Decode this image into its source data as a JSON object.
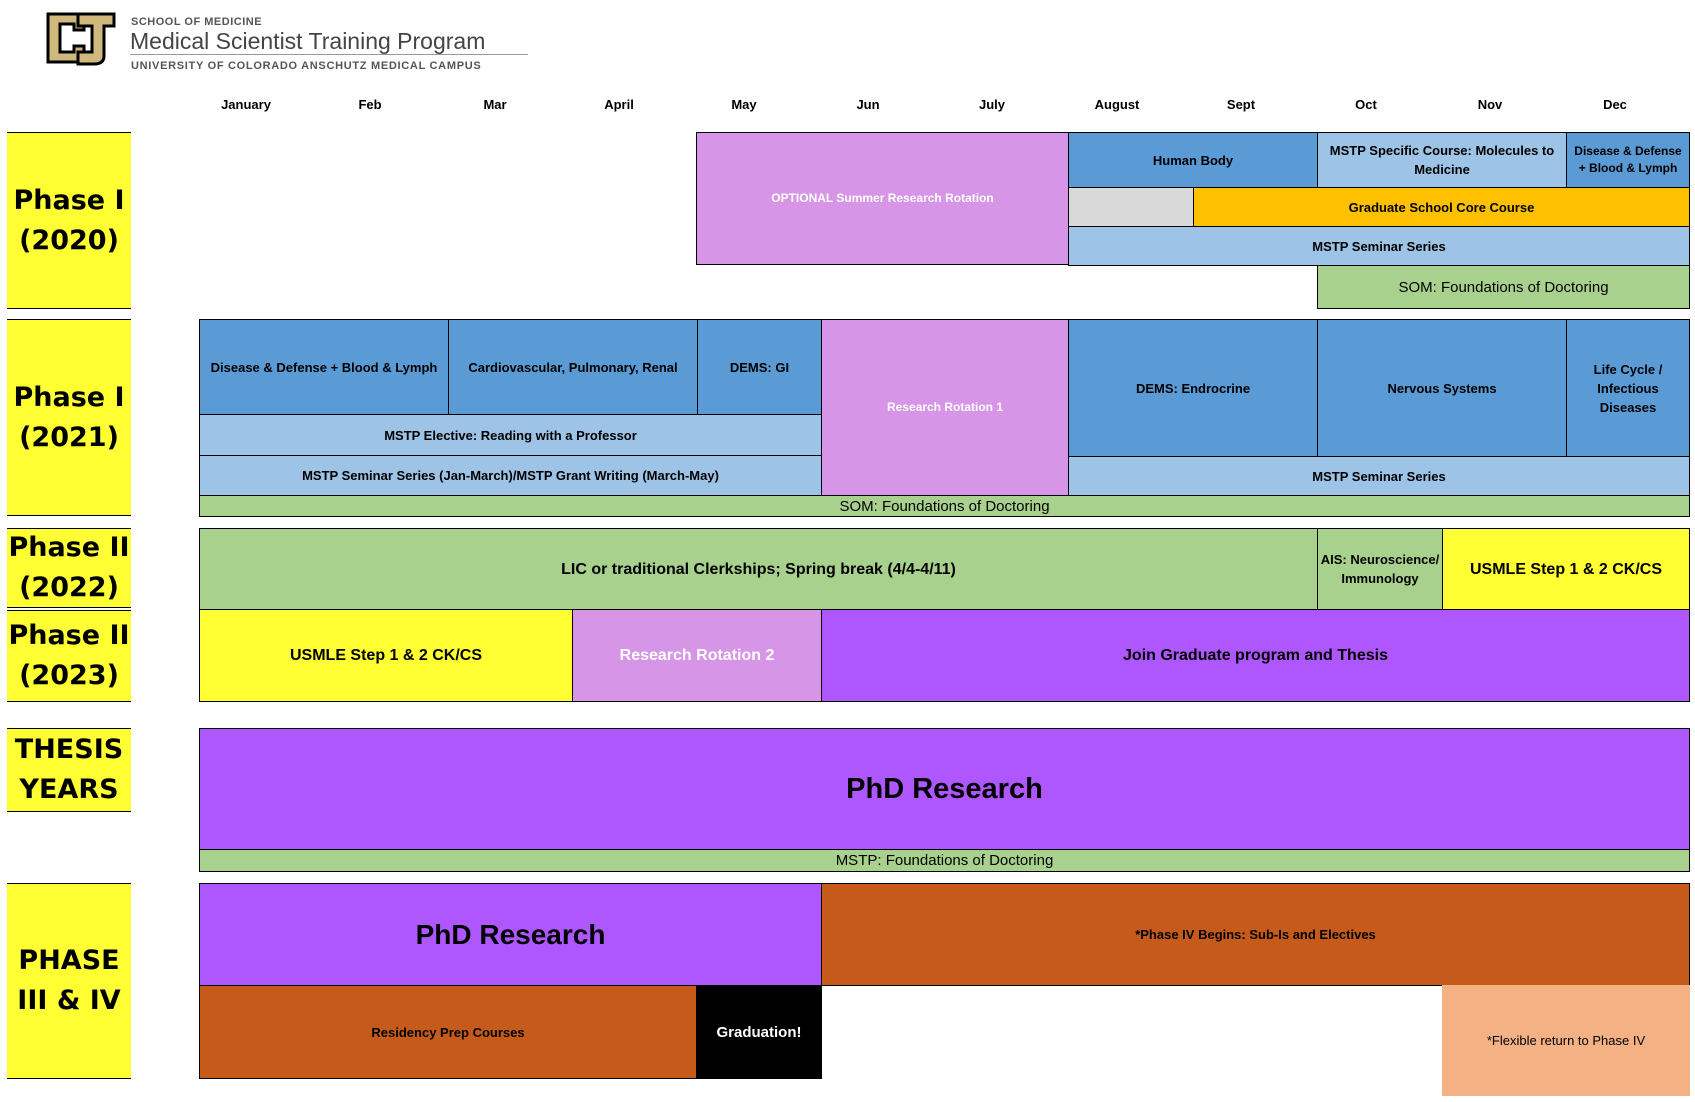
{
  "header": {
    "school": "SCHOOL OF MEDICINE",
    "program": "Medical Scientist Training Program",
    "campus_prefix": "UNIVERSITY OF COLORADO ",
    "campus_bold": "ANSCHUTZ MEDICAL CAMPUS"
  },
  "months": [
    "January",
    "Feb",
    "Mar",
    "April",
    "May",
    "Jun",
    "July",
    "August",
    "Sept",
    "Oct",
    "Nov",
    "Dec"
  ],
  "colors": {
    "phase_label": "#ffff33",
    "optional_rotation": "#d795e8",
    "course_blue": "#5b9bd5",
    "light_blue": "#9dc3e6",
    "green": "#a9d18e",
    "orange": "#ffc000",
    "purple": "#ae57ff",
    "rust": "#c55a1b",
    "peach": "#f4b183",
    "black": "#000000"
  },
  "phases": {
    "p1_2020": {
      "line1": "Phase I",
      "line2": "(2020)"
    },
    "p1_2021": {
      "line1": "Phase I",
      "line2": "(2021)"
    },
    "p2_2022": {
      "line1": "Phase II",
      "line2": "(2022)"
    },
    "p2_2023": {
      "line1": "Phase II",
      "line2": "(2023)"
    },
    "thesis": {
      "line1": "THESIS",
      "line2": "YEARS"
    },
    "p34": {
      "line1": "PHASE",
      "line2": "III & IV"
    }
  },
  "blocks": {
    "y2020": {
      "optional_rotation": "OPTIONAL Summer Research Rotation",
      "human_body": "Human Body",
      "mstp_specific": "MSTP Specific Course: Molecules to Medicine",
      "disease_defense": "Disease & Defense + Blood & Lymph",
      "grad_core": "Graduate School Core Course",
      "seminar": "MSTP Seminar Series",
      "som_foundations": "SOM: Foundations of Doctoring"
    },
    "y2021": {
      "disease_defense": "Disease & Defense + Blood & Lymph",
      "cardio": "Cardiovascular, Pulmonary, Renal",
      "dems_gi": "DEMS: GI",
      "research1": "Research Rotation 1",
      "dems_endo": "DEMS: Endrocrine",
      "nervous": "Nervous Systems",
      "life_cycle": "Life Cycle / Infectious Diseases",
      "elective": "MSTP Elective: Reading with a Professor",
      "seminar_grant": "MSTP Seminar Series (Jan-March)/MSTP Grant Writing (March-May)",
      "seminar": "MSTP Seminar Series",
      "som_foundations": "SOM: Foundations of Doctoring"
    },
    "y2022": {
      "lic": "LIC or traditional Clerkships; Spring break (4/4-4/11)",
      "ais": "AIS: Neuroscience/Immunology",
      "usmle": "USMLE Step 1 & 2 CK/CS"
    },
    "y2023": {
      "usmle": "USMLE Step 1 & 2 CK/CS",
      "research2": "Research Rotation 2",
      "join_grad": "Join Graduate program and Thesis"
    },
    "thesis": {
      "phd": "PhD Research",
      "foundations": "MSTP: Foundations of Doctoring"
    },
    "p34": {
      "phd": "PhD Research",
      "phase4": "*Phase IV Begins: Sub-Is and Electives",
      "residency": "Residency Prep Courses",
      "graduation": "Graduation!",
      "flexible": "*Flexible return to Phase IV"
    }
  }
}
